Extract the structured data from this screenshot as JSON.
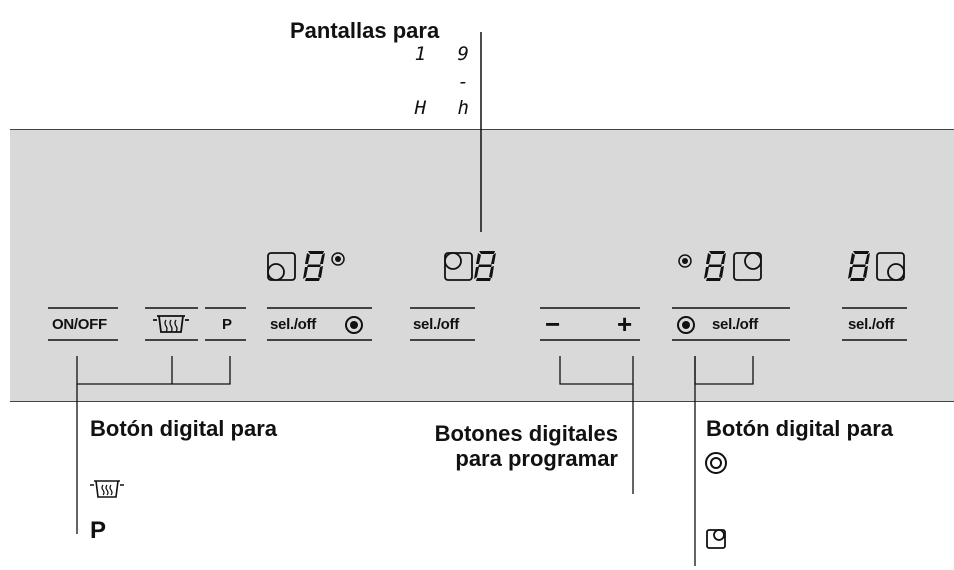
{
  "callouts": {
    "displays": {
      "title": "Pantallas para",
      "values": [
        "1 9",
        "-",
        "H h"
      ]
    },
    "digital_button": {
      "title": "Botón digital para",
      "items": [
        "P"
      ]
    },
    "program_buttons": {
      "line1": "Botones digitales",
      "line2": "para programar"
    },
    "right_button": {
      "title": "Botón digital para"
    }
  },
  "panel": {
    "buttons": {
      "on_off": "ON/OFF",
      "p": "P",
      "sel_off_1": "sel./off",
      "sel_off_2": "sel./off",
      "minus": "−",
      "plus": "+",
      "sel_off_3": "sel./off",
      "sel_off_4": "sel./off"
    }
  },
  "icons": [
    "hob-zone-icon",
    "seven-segment-display-icon",
    "dual-circuit-icon",
    "keep-warm-icon",
    "roaster-zone-icon"
  ]
}
